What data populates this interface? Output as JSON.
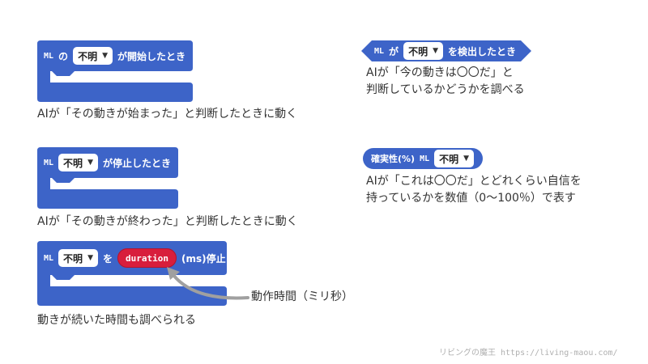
{
  "colors": {
    "block": "#3d64c8",
    "reporter": "#d81e3c",
    "arrow": "#a0a0a0",
    "text": "#333333"
  },
  "blocks": {
    "start": {
      "ml": "ML",
      "particle": "の",
      "dropdown": "不明",
      "suffix": "が開始したとき"
    },
    "detect": {
      "ml": "ML",
      "particle": "が",
      "dropdown": "不明",
      "suffix": "を検出したとき"
    },
    "stop": {
      "ml": "ML",
      "dropdown": "不明",
      "suffix": "が停止したとき"
    },
    "confidence": {
      "prefix": "確実性(%)",
      "ml": "ML",
      "dropdown": "不明"
    },
    "duration": {
      "ml": "ML",
      "dropdown": "不明",
      "particle": "を",
      "reporter": "duration",
      "suffix": "(ms)停止"
    }
  },
  "captions": {
    "start": "AIが「その動きが始まった」と判断したときに動く",
    "detect_line1": "AIが「今の動きは〇〇だ」と",
    "detect_line2": "判断しているかどうかを調べる",
    "stop": "AIが「その動きが終わった」と判断したときに動く",
    "confidence_line1": "AIが「これは〇〇だ」とどれくらい自信を",
    "confidence_line2": "持っているかを数値（0〜100％）で表す",
    "duration_pointer": "動作時間（ミリ秒）",
    "duration": "動きが続いた時間も調べられる"
  },
  "watermark": "リビングの魔王 https://living-maou.com/"
}
